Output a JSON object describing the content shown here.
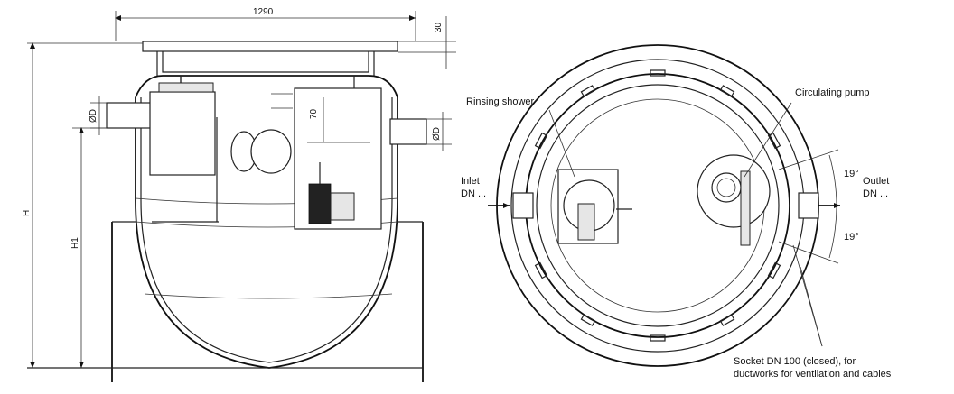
{
  "side_view": {
    "dim_width": "1290",
    "dim_top": "30",
    "dim_inlet_diameter": "ØD",
    "dim_outlet_diameter": "ØD",
    "dim_offset": "70",
    "dim_total_height": "H",
    "dim_inlet_height": "H1"
  },
  "top_view": {
    "label_rinsing_shower": "Rinsing shower",
    "label_circulating_pump": "Circulating pump",
    "label_inlet_line1": "Inlet",
    "label_inlet_line2": "DN ...",
    "label_outlet_line1": "Outlet",
    "label_outlet_line2": "DN ...",
    "angle_upper": "19°",
    "angle_lower": "19°",
    "label_socket_line1": "Socket DN 100 (closed), for",
    "label_socket_line2": "ductworks for ventilation and cables"
  }
}
